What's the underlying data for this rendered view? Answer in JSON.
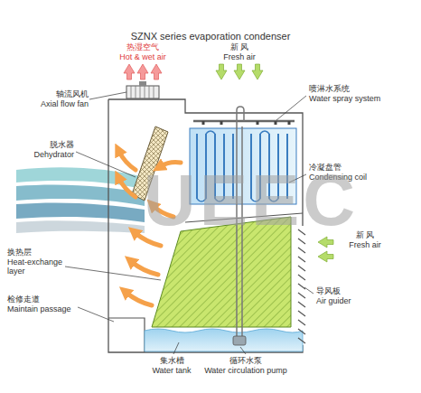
{
  "diagram": {
    "title": "SZNX series evaporation condenser",
    "labels": [
      "热湿空气",
      "Hot & wet air",
      "新 风",
      "Fresh air",
      "轴流风机",
      "Axial flow fan",
      "喷淋水系统",
      "Water spray system",
      "脱水器",
      "Dehydrator",
      "冷凝盘管",
      "Condensing coil",
      "新 风",
      "Fresh air",
      "换热层",
      "Heat-exchange layer",
      "检修走道",
      "Maintain passage",
      "导风板",
      "Air guider",
      "集水槽",
      "Water tank",
      "循环水泵",
      "Water circulation pump",
      "UEEC"
    ]
  }
}
